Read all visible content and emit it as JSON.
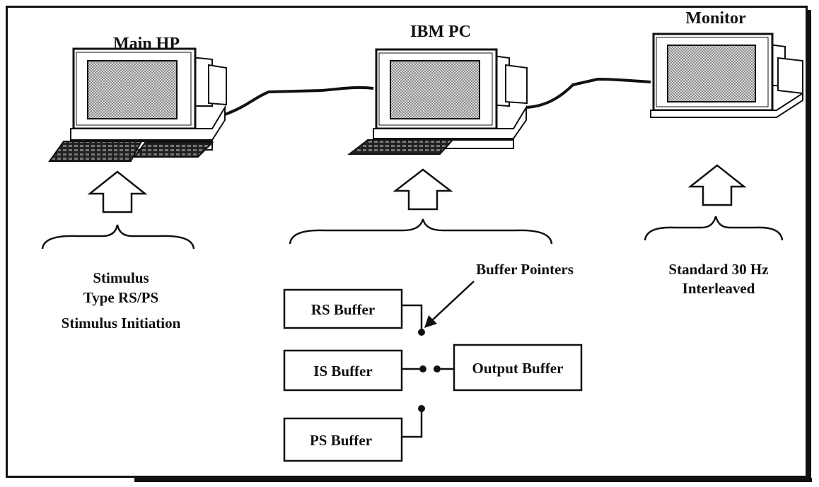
{
  "computers": {
    "main_hp": "Main HP",
    "ibm_pc": "IBM PC",
    "monitor": "Monitor"
  },
  "main_hp_notes": {
    "line1": "Stimulus",
    "line2": "Type RS/PS",
    "line3": "Stimulus Initiation"
  },
  "monitor_notes": {
    "line1": "Standard 30 Hz",
    "line2": "Interleaved"
  },
  "buffers": {
    "pointers_label": "Buffer Pointers",
    "rs": "RS Buffer",
    "is": "IS Buffer",
    "ps": "PS Buffer",
    "output": "Output Buffer"
  }
}
